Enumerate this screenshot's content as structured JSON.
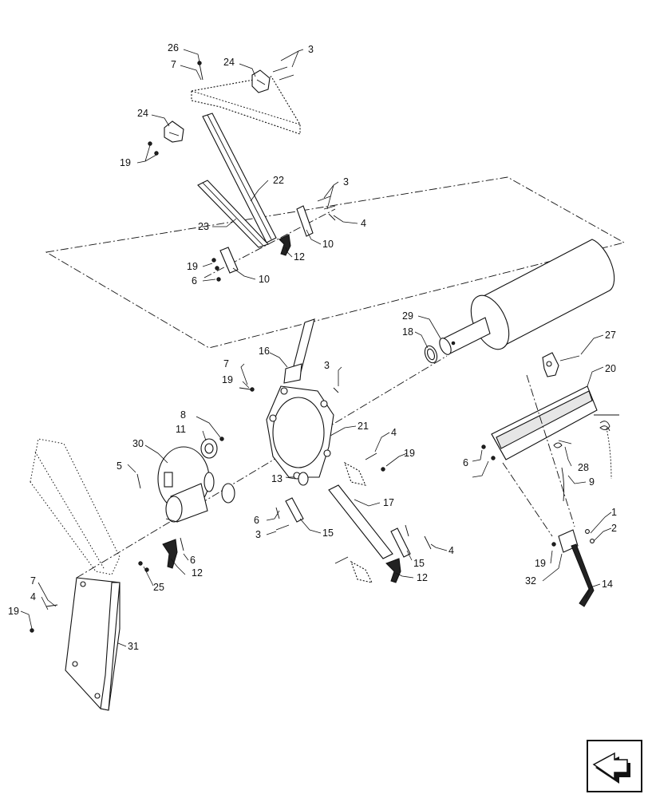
{
  "callouts": [
    "26",
    "7",
    "24",
    "3",
    "24",
    "19",
    "22",
    "3",
    "4",
    "23",
    "10",
    "12",
    "19",
    "6",
    "10",
    "29",
    "18",
    "27",
    "20",
    "16",
    "7",
    "19",
    "3",
    "21",
    "8",
    "11",
    "30",
    "5",
    "4",
    "19",
    "6",
    "28",
    "9",
    "13",
    "17",
    "6",
    "3",
    "15",
    "15",
    "4",
    "1",
    "2",
    "19",
    "32",
    "14",
    "6",
    "12",
    "25",
    "7",
    "4",
    "19",
    "31",
    "12"
  ],
  "nav_icon": "next-page-arrow-icon"
}
